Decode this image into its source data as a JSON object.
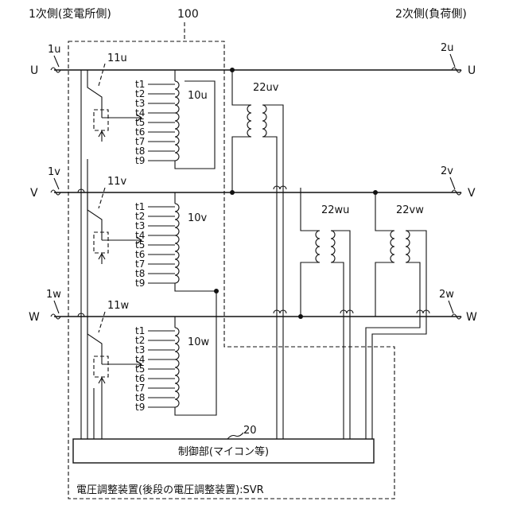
{
  "header": {
    "primary_label": "1次側(変電所側)",
    "secondary_label": "2次側(負荷側)",
    "device_number": "100"
  },
  "phases": [
    {
      "left_label": "U",
      "right_label": "U",
      "input_label": "1u",
      "output_label": "2u",
      "switch_label": "11u",
      "winding_label": "10u"
    },
    {
      "left_label": "V",
      "right_label": "V",
      "input_label": "1v",
      "output_label": "2v",
      "switch_label": "11v",
      "winding_label": "10v"
    },
    {
      "left_label": "W",
      "right_label": "W",
      "input_label": "1w",
      "output_label": "2w",
      "switch_label": "11w",
      "winding_label": "10w"
    }
  ],
  "taps": [
    "t1",
    "t2",
    "t3",
    "t4",
    "t5",
    "t6",
    "t7",
    "t8",
    "t9"
  ],
  "vts": [
    {
      "label": "22uv"
    },
    {
      "label": "22wu"
    },
    {
      "label": "22vw"
    }
  ],
  "control": {
    "number": "20",
    "label": "制御部(マイコン等)"
  },
  "footer": {
    "caption": "電圧調整装置(後段の電圧調整装置):SVR"
  }
}
